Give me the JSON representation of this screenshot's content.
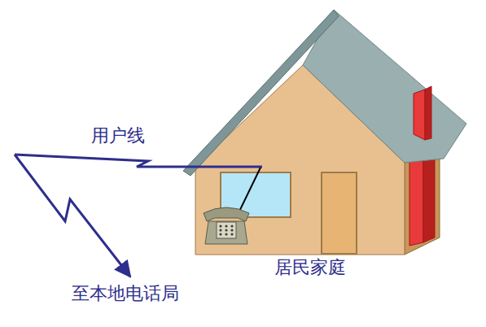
{
  "diagram": {
    "labels": [
      "用户线",
      "至本地电话局",
      "居民家庭"
    ]
  }
}
